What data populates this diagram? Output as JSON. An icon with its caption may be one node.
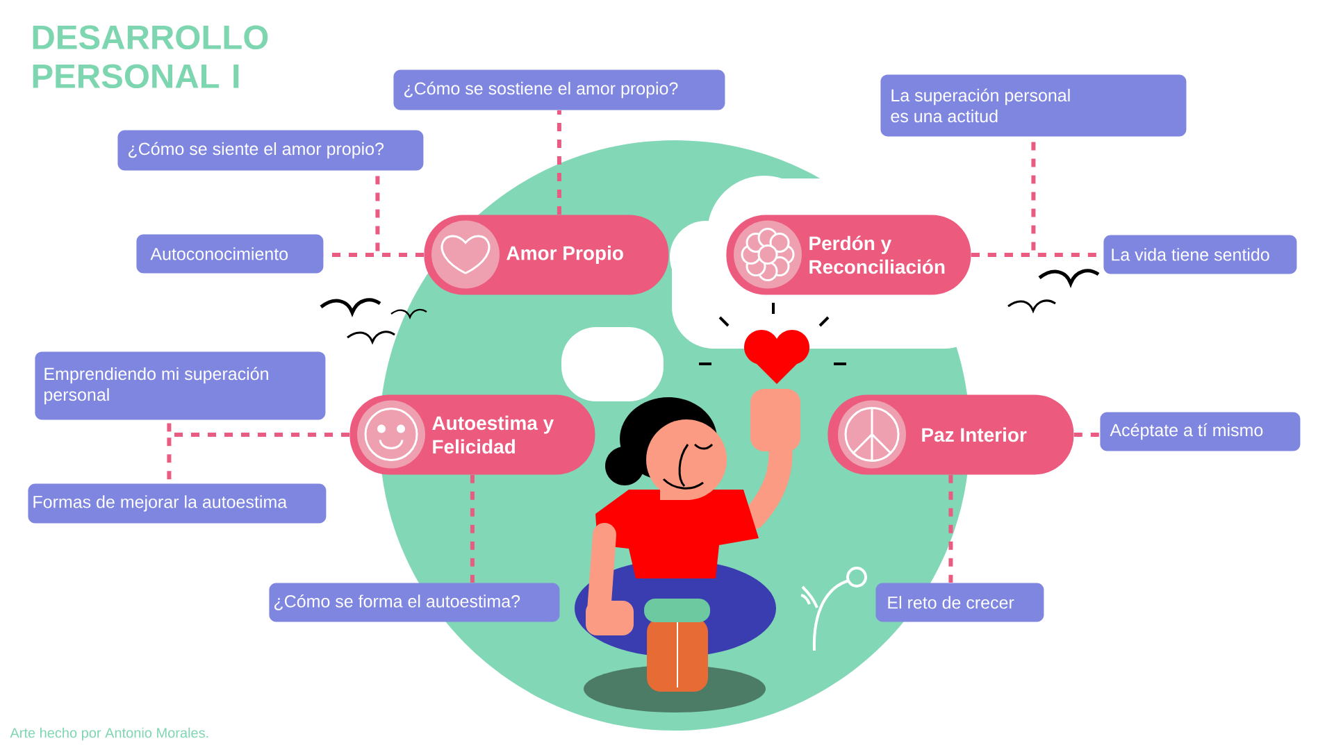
{
  "diagram": {
    "title": "DESARROLLO PERSONAL I",
    "caption": "Arte hecho por Antonio Morales.",
    "nodes": [
      {
        "text": [
          "Amor Propio"
        ]
      },
      {
        "text": [
          "Perdón y Reconciliación"
        ]
      },
      {
        "text": [
          "Autoestima y Felicidad"
        ]
      },
      {
        "text": [
          "Paz Interior"
        ]
      },
      {
        "text": [
          "¿Cómo se siente el amor propio?"
        ]
      },
      {
        "text": [
          "¿Cómo se sostiene el amor propio?"
        ]
      },
      {
        "text": [
          "Autoconocimiento"
        ]
      },
      {
        "text": [
          "La superación personal es una actitud"
        ]
      },
      {
        "text": [
          "La vida tiene sentido"
        ]
      },
      {
        "text": [
          "Emprendiendo mi superación personal"
        ]
      },
      {
        "text": [
          "Formas de mejorar la autoestima"
        ]
      },
      {
        "text": [
          "¿Cómo se forma el autoestima?"
        ]
      },
      {
        "text": [
          "Acéptate a tí mismo"
        ]
      },
      {
        "text": [
          "El reto de crecer"
        ]
      }
    ],
    "edges": [
      {
        "from": 0,
        "to": 5,
        "arrow": "none"
      },
      {
        "from": 0,
        "to": 4,
        "arrow": "none"
      },
      {
        "from": 0,
        "to": 6,
        "arrow": "none"
      },
      {
        "from": 1,
        "to": 7,
        "arrow": "none"
      },
      {
        "from": 1,
        "to": 8,
        "arrow": "none"
      },
      {
        "from": 2,
        "to": 9,
        "arrow": "none"
      },
      {
        "from": 2,
        "to": 10,
        "arrow": "none"
      },
      {
        "from": 2,
        "to": 11,
        "arrow": "none"
      },
      {
        "from": 3,
        "to": 12,
        "arrow": "none"
      },
      {
        "from": 3,
        "to": 13,
        "arrow": "none"
      }
    ]
  }
}
